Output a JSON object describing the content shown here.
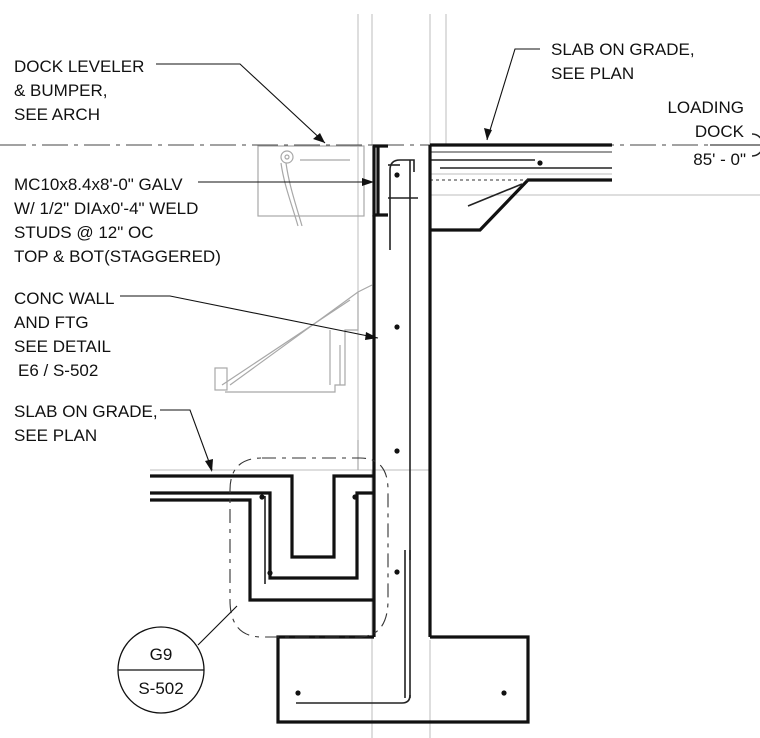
{
  "notes": {
    "dock_leveler": [
      "DOCK LEVELER",
      "& BUMPER,",
      "SEE ARCH"
    ],
    "slab_top": [
      "SLAB ON GRADE,",
      "SEE PLAN"
    ],
    "loading_dock": [
      "LOADING",
      "DOCK"
    ],
    "elevation": "85' - 0\"",
    "channel": [
      "MC10x8.4x8'-0\" GALV",
      "W/ 1/2\" DIAx0'-4\" WELD",
      "STUDS @ 12\" OC",
      "TOP & BOT(STAGGERED)"
    ],
    "conc_wall": [
      "CONC WALL",
      "AND FTG",
      "SEE DETAIL",
      "E6 / S-502"
    ],
    "slab_lower": [
      "SLAB ON GRADE,",
      "SEE PLAN"
    ]
  },
  "detail_bubble": {
    "number": "G9",
    "sheet": "S-502"
  }
}
